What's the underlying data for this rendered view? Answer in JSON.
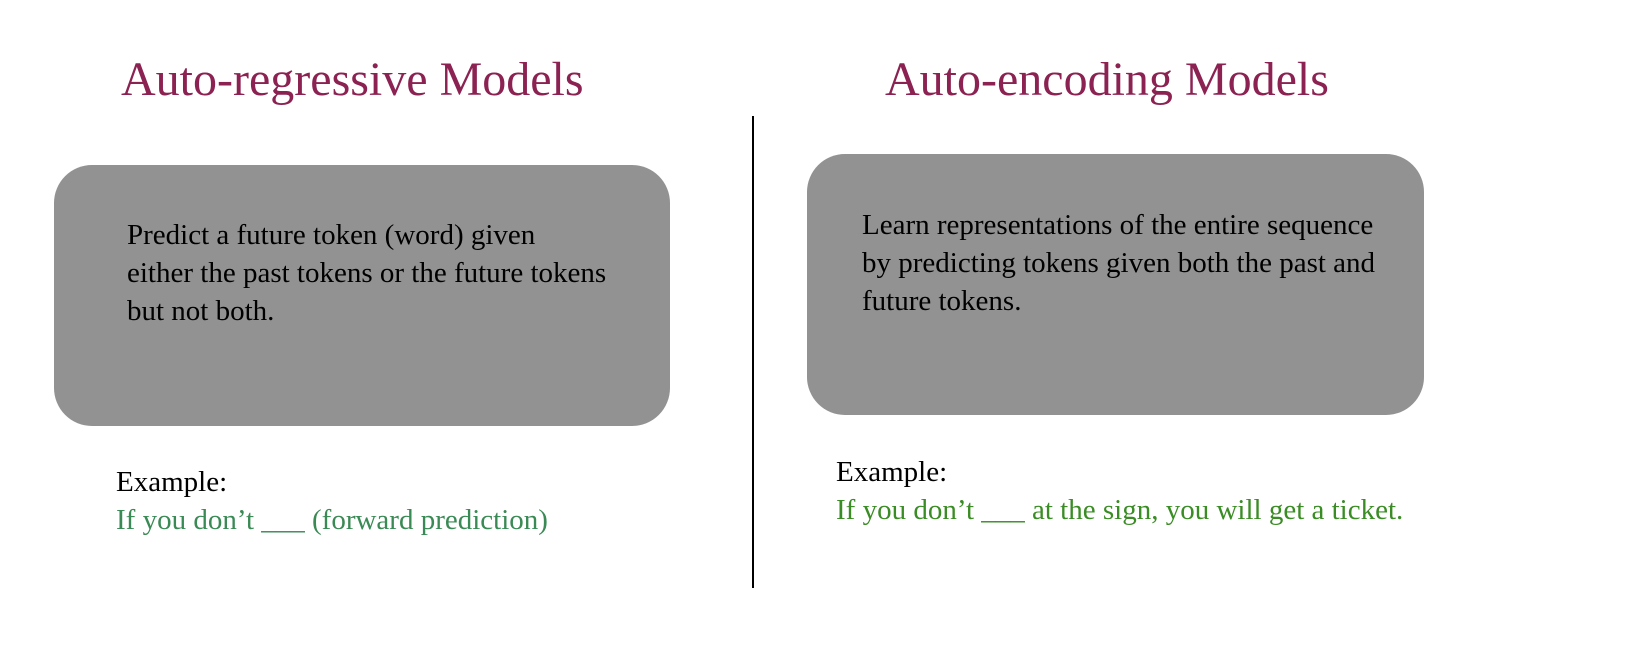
{
  "left": {
    "title": "Auto-regressive Models",
    "description": "Predict a future token (word) given either the past tokens or the future tokens but not both.",
    "example_label": "Example:",
    "example_text": "If you don’t ___ (forward prediction)"
  },
  "right": {
    "title": "Auto-encoding Models",
    "description": "Learn representations of the entire sequence by predicting tokens given both the past and future tokens.",
    "example_label": "Example:",
    "example_text": "If you don’t ___ at the sign, you will get a ticket."
  },
  "colors": {
    "title": "#8b2252",
    "box": "#929292",
    "example_left": "#3a8a55",
    "example_right": "#3a8c24",
    "divider": "#000000"
  }
}
